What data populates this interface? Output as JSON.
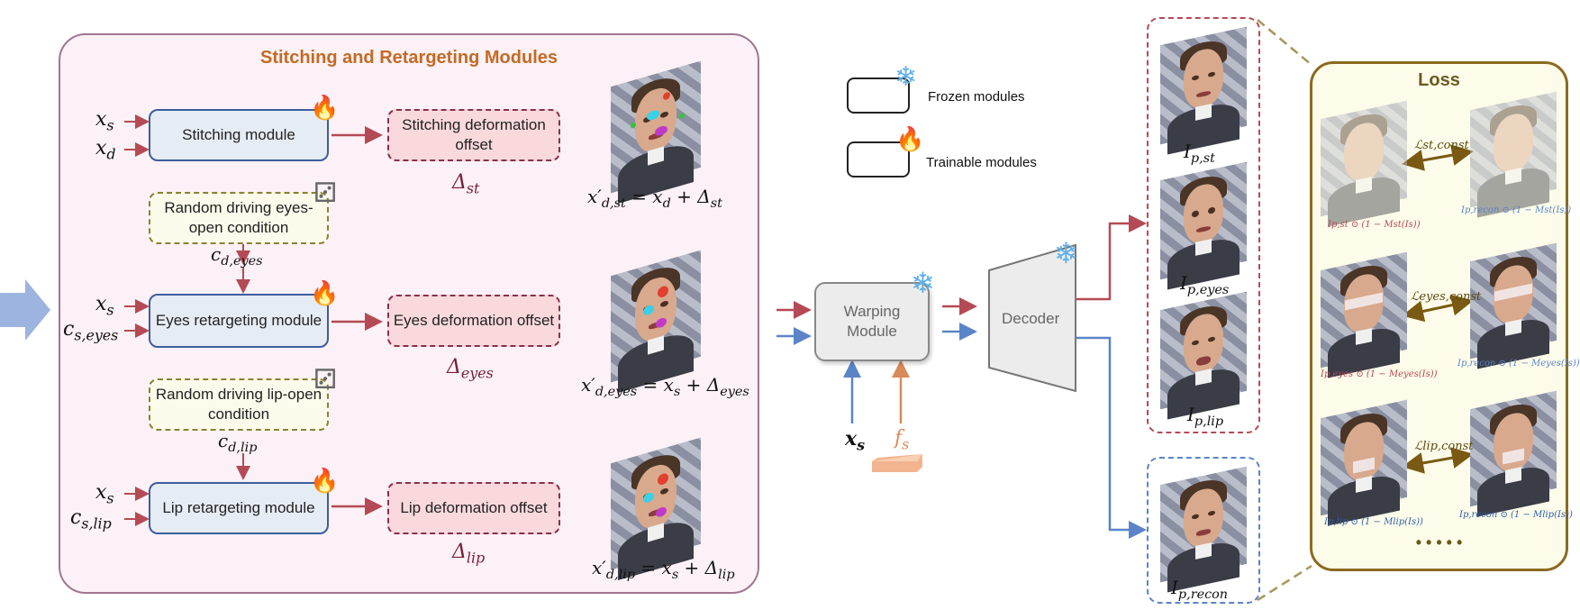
{
  "panel": {
    "title": "Stitching and Retargeting Modules",
    "stitching": {
      "module": "Stitching module",
      "offset": "Stitching deformation offset"
    },
    "eyes": {
      "module": "Eyes retargeting module",
      "offset": "Eyes deformation offset",
      "condition": "Random driving eyes-open condition"
    },
    "lip": {
      "module": "Lip retargeting module",
      "offset": "Lip deformation offset",
      "condition": "Random driving lip-open condition"
    }
  },
  "legend": {
    "frozen": "Frozen modules",
    "trainable": "Trainable modules"
  },
  "warping": {
    "label": "Warping Module"
  },
  "decoder": {
    "label": "Decoder"
  },
  "loss": {
    "title": "Loss",
    "ellipsis": "• • • • •"
  },
  "math": {
    "xs": "x",
    "xs_sub": "s",
    "xd": "x",
    "xd_sub": "d",
    "cs": "c",
    "cs_eyes_sub": "s,eyes",
    "cs_lip_sub": "s,lip",
    "cd_eyes": "c",
    "cd_eyes_sub": "d,eyes",
    "cd_lip": "c",
    "cd_lip_sub": "d,lip",
    "delta": "Δ",
    "delta_st_sub": "st",
    "delta_eyes_sub": "eyes",
    "delta_lip_sub": "lip",
    "eq_st": "= x",
    "eq_st_d": "d",
    "eq_st_plus": " + Δ",
    "eq_st_sub": "st",
    "eq_eyes": "= x",
    "eq_eyes_s": "s",
    "eq_eyes_plus": " + Δ",
    "eq_eyes_sub": "eyes",
    "eq_lip": "= x",
    "eq_lip_s": "s",
    "eq_lip_plus": " + Δ",
    "eq_lip_sub": "lip",
    "xprime": "x′",
    "xprime_st": "d,st",
    "xprime_eyes": "d,eyes",
    "xprime_lip": "d,lip",
    "fs": "f",
    "fs_sub": "s",
    "I": "I",
    "I_st": "p,st",
    "I_eyes": "p,eyes",
    "I_lip": "p,lip",
    "I_recon": "p,recon"
  },
  "loss_math": {
    "L_st": "ℒst,const",
    "L_eyes": "ℒeyes,const",
    "L_lip": "ℒlip,const",
    "cap_st_left": "Ip,st ⊙ (1 − Mst(Is))",
    "cap_st_right": "Ip,recon ⊙ (1 − Mst(Is))",
    "cap_eyes_left": "Ip,eyes ⊙ (1 − Meyes(Is))",
    "cap_eyes_right": "Ip,recon ⊙ (1 − Meyes(Is))",
    "cap_lip_left": "Ip,lip ⊙ (1 − Mlip(Is))",
    "cap_lip_right": "Ip,recon ⊙ (1 − Mlip(Is))"
  },
  "colors": {
    "red_arrow": "#b44a55",
    "blue_arrow": "#5b84c8",
    "orange_arrow": "#d98a5a",
    "module_border": "#3d5e9c",
    "title_orange": "#c46a24"
  }
}
